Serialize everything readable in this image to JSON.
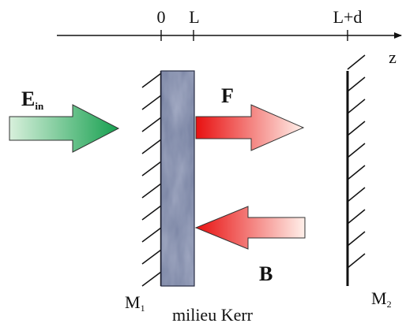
{
  "diagram": {
    "axis": {
      "label": "z",
      "ticks": [
        {
          "id": "zero",
          "label": "0"
        },
        {
          "id": "l",
          "label": "L"
        },
        {
          "id": "ld",
          "label": "L+d"
        }
      ]
    },
    "mirror1": {
      "main": "M",
      "sub": "1"
    },
    "mirror2": {
      "main": "M",
      "sub": "2"
    },
    "medium": {
      "label": "milieu Kerr"
    },
    "incident_field": {
      "main": "E",
      "sub": "in"
    },
    "forward_field": {
      "label": "F"
    },
    "backward_field": {
      "label": "B"
    }
  },
  "colors": {
    "ein_arrow_start": "#d8f0dc",
    "ein_arrow_end": "#17a050",
    "forward_arrow_start": "#e81010",
    "forward_arrow_end": "#fff0ea",
    "backward_arrow_start": "#e81010",
    "backward_arrow_end": "#fff0ea",
    "medium_fill": "#7d87a6",
    "line": "#111111"
  }
}
